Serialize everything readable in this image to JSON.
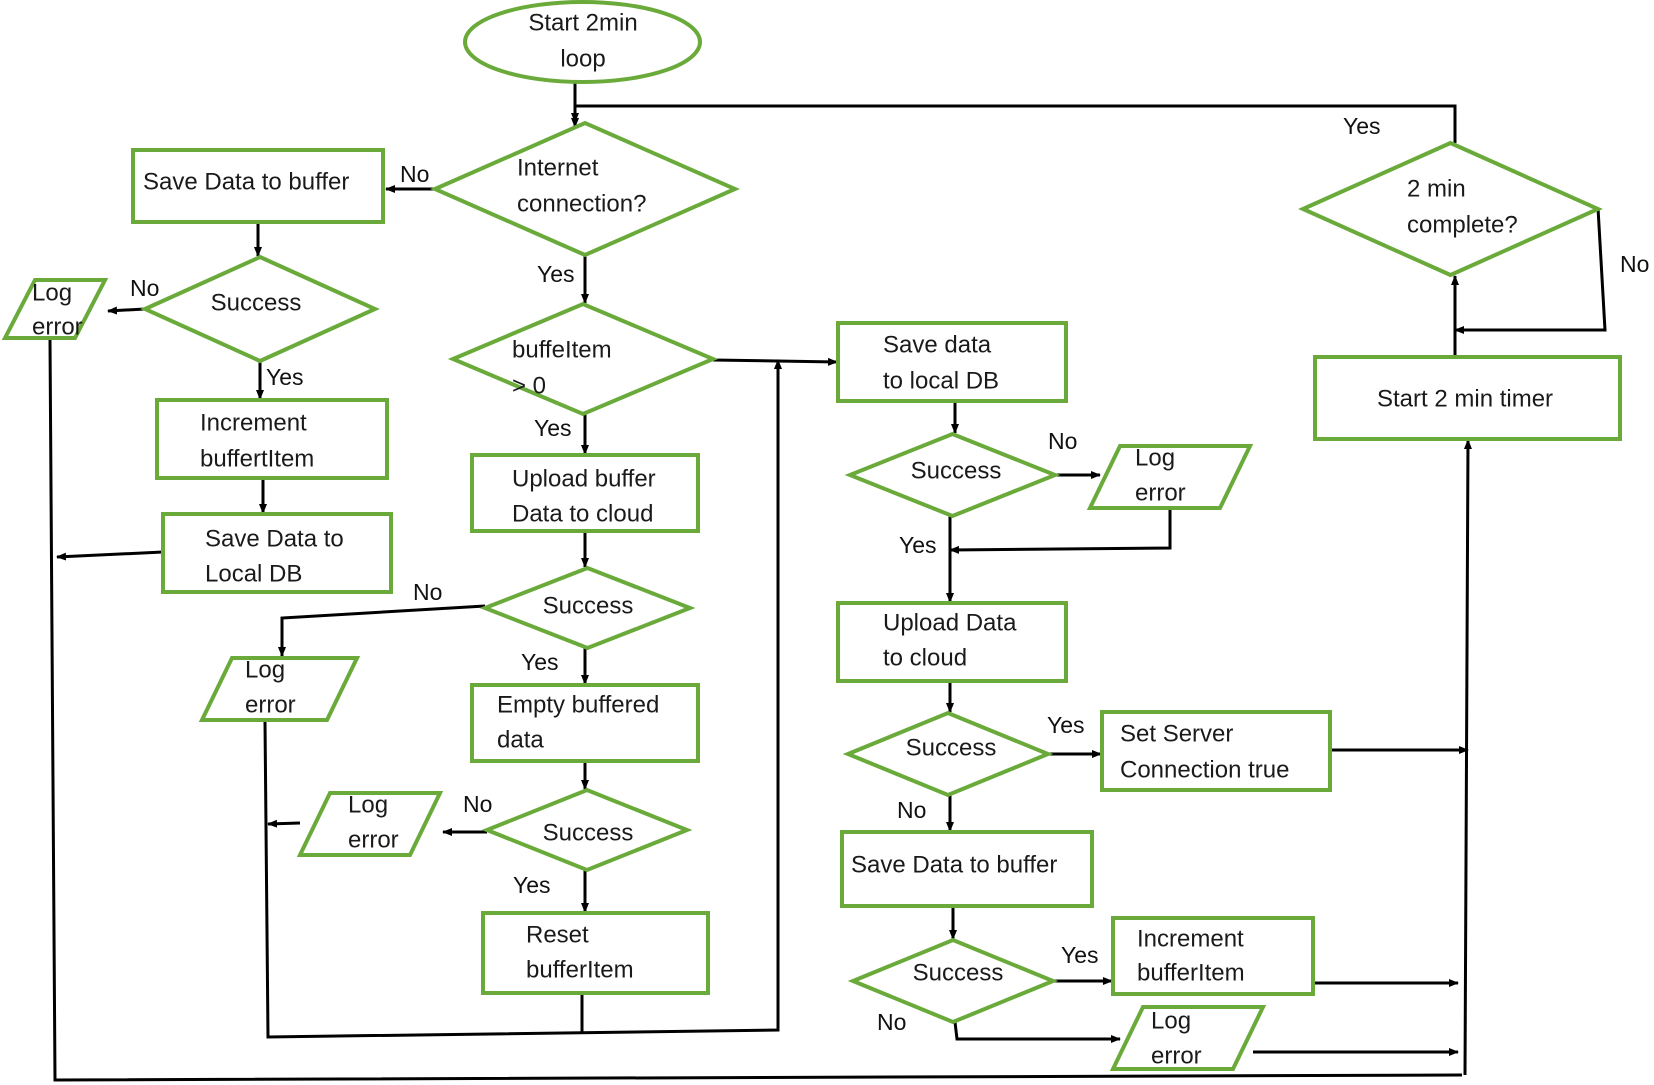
{
  "nodes": {
    "start": [
      "Start 2min",
      "loop"
    ],
    "internet_check": [
      "Internet",
      "connection?"
    ],
    "save_buffer_top": [
      "Save Data to buffer"
    ],
    "success_left": [
      "Success"
    ],
    "log_error_left": [
      "Log",
      "error"
    ],
    "increment_left": [
      "Increment",
      "buffertItem"
    ],
    "save_local_left": [
      "Save Data to",
      "Local DB"
    ],
    "buffer_check": [
      "buffeItem",
      "> 0"
    ],
    "upload_buffer": [
      "Upload buffer",
      "Data to cloud"
    ],
    "success_upload_buffer": [
      "Success"
    ],
    "log_error_mid1": [
      "Log",
      "error"
    ],
    "empty_buffer": [
      "Empty buffered",
      "data"
    ],
    "success_empty": [
      "Success"
    ],
    "log_error_mid2": [
      "Log",
      "error"
    ],
    "reset_buffer": [
      "Reset",
      "bufferItem"
    ],
    "save_local_right": [
      "Save data",
      "to local DB"
    ],
    "success_local_right": [
      "Success"
    ],
    "log_error_r1": [
      "Log",
      "error"
    ],
    "upload_cloud": [
      "Upload Data",
      "to cloud"
    ],
    "success_upload": [
      "Success"
    ],
    "set_server": [
      "Set Server",
      "Connection true"
    ],
    "save_buffer_right": [
      "Save Data to buffer"
    ],
    "success_buffer_right": [
      "Success"
    ],
    "increment_right": [
      "Increment",
      "bufferItem"
    ],
    "log_error_r2": [
      "Log",
      "error"
    ],
    "timer": [
      "Start 2 min timer"
    ],
    "complete_check": [
      "2 min",
      "complete?"
    ]
  },
  "edge_labels": {
    "no_internet": "No",
    "yes_internet": "Yes",
    "no_success_left": "No",
    "yes_success_left": "Yes",
    "yes_buffer": "Yes",
    "no_upload_buffer": "No",
    "yes_upload_buffer": "Yes",
    "no_empty": "No",
    "yes_empty": "Yes",
    "no_local_right": "No",
    "yes_local_right": "Yes",
    "yes_upload": "Yes",
    "no_upload": "No",
    "yes_buffer_right": "Yes",
    "no_buffer_right": "No",
    "yes_complete": "Yes",
    "no_complete": "No"
  }
}
